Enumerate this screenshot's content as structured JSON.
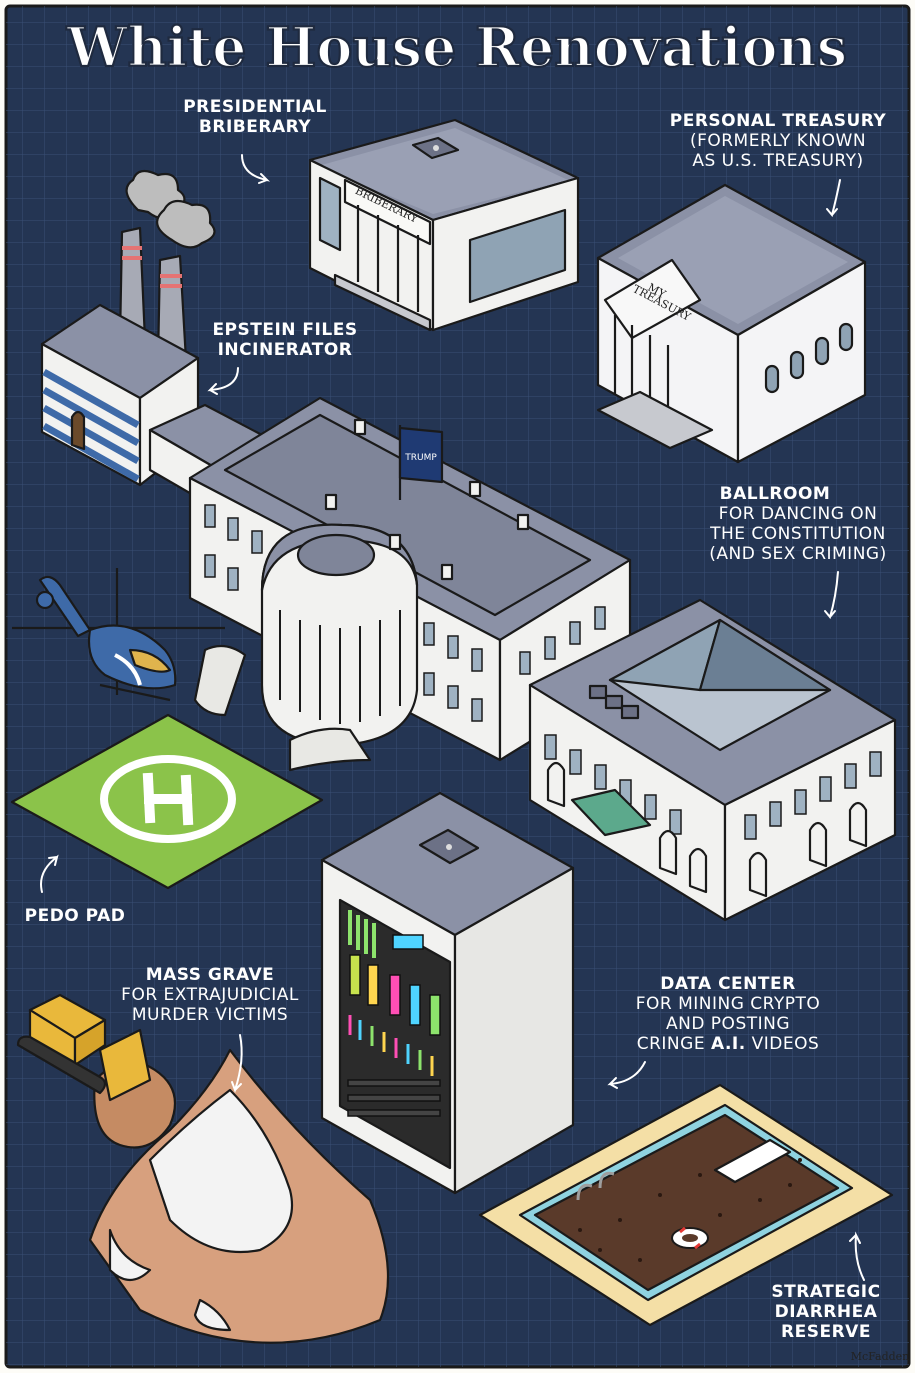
{
  "title": "White House Renovations",
  "labels": {
    "bribery": [
      "PRESIDENTIAL",
      "BRIBERARY"
    ],
    "bribery_sign": "BRIBERARY",
    "treasury": [
      "PERSONAL TREASURY"
    ],
    "treasury_sub": [
      "(FORMERLY KNOWN",
      "AS U.S. TREASURY)"
    ],
    "treasury_sign": [
      "MY",
      "TREASURY"
    ],
    "epstein": [
      "EPSTEIN FILES",
      "INCINERATOR"
    ],
    "ballroom": [
      "BALLROOM"
    ],
    "ballroom_sub": [
      "FOR DANCING ON",
      "THE CONSTITUTION",
      "(AND SEX CRIMING)"
    ],
    "flag": "TRUMP",
    "pedo": [
      "PEDO PAD"
    ],
    "grave": [
      "MASS GRAVE"
    ],
    "grave_sub": [
      "FOR EXTRAJUDICIAL",
      "MURDER VICTIMS"
    ],
    "data_center": [
      "DATA CENTER"
    ],
    "data_center_sub": [
      "FOR MINING CRYPTO",
      "AND POSTING"
    ],
    "data_center_last_pre": "CRINGE ",
    "data_center_last_bold": "A.I.",
    "data_center_last_post": " VIDEOS",
    "reserve": [
      "STRATEGIC",
      "DIARRHEA",
      "RESERVE"
    ]
  },
  "signature": "McFadden",
  "colors": {
    "background": "#233452",
    "grid": "#2f4366",
    "roof": "#8b91a6",
    "wall": "#f2f2f0",
    "pad": "#8bc34a",
    "dirt": "#d7a07e",
    "pool_rim": "#f4dfa6",
    "pool": "#5a3a2a",
    "treasury_wall": "#f4f4f6"
  }
}
